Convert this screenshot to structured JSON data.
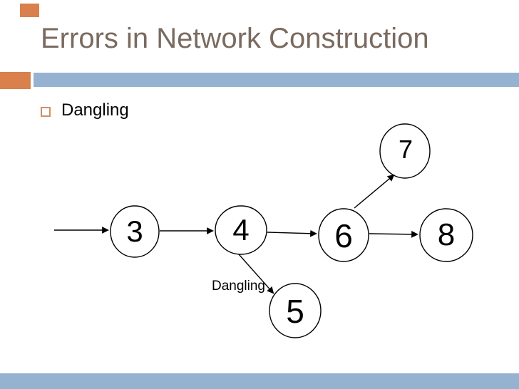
{
  "slide": {
    "title": "Errors in Network Construction",
    "bullets": [
      {
        "label": "Dangling"
      }
    ]
  },
  "colors": {
    "title_text": "#7a6a5f",
    "accent_orange": "#d9804c",
    "accent_blue": "#95b3d0",
    "bullet_outline": "#d09066",
    "diagram_stroke": "#000000"
  },
  "diagram": {
    "type": "activity-network",
    "dangling_label": "Dangling",
    "nodes": [
      {
        "id": "3",
        "label": "3"
      },
      {
        "id": "4",
        "label": "4"
      },
      {
        "id": "6",
        "label": "6"
      },
      {
        "id": "8",
        "label": "8"
      },
      {
        "id": "7",
        "label": "7"
      },
      {
        "id": "5",
        "label": "5"
      }
    ],
    "edges": [
      {
        "from": "start",
        "to": "3"
      },
      {
        "from": "3",
        "to": "4"
      },
      {
        "from": "4",
        "to": "6"
      },
      {
        "from": "6",
        "to": "8"
      },
      {
        "from": "6",
        "to": "7"
      },
      {
        "from": "4",
        "to": "5",
        "label": "Dangling"
      }
    ]
  }
}
